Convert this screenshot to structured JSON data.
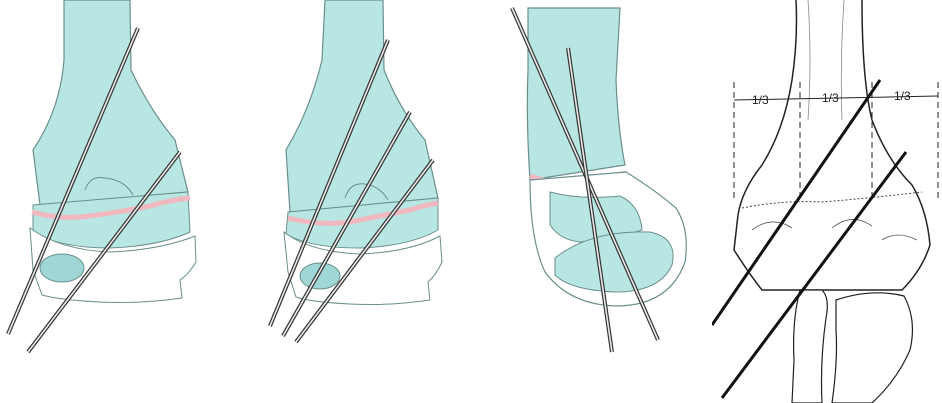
{
  "figure": {
    "panels": [
      {
        "id": "panel-1",
        "pins": 2,
        "colors": {
          "bone": "#b7e6e3",
          "physis": "#f2b8c0",
          "outline": "#6a8f8d"
        }
      },
      {
        "id": "panel-2",
        "pins": 3,
        "colors": {
          "bone": "#b7e6e3",
          "physis": "#f2b8c0",
          "outline": "#6a8f8d"
        }
      },
      {
        "id": "panel-3",
        "pins": 2,
        "colors": {
          "bone": "#b7e6e3",
          "physis": "#f2b8c0",
          "outline": "#6a8f8d"
        }
      },
      {
        "id": "panel-4",
        "pins": 2,
        "colors": {
          "bone": "#ffffff",
          "outline": "#222222"
        }
      }
    ],
    "thirds_labels": [
      "1/3",
      "1/3",
      "1/3"
    ]
  }
}
